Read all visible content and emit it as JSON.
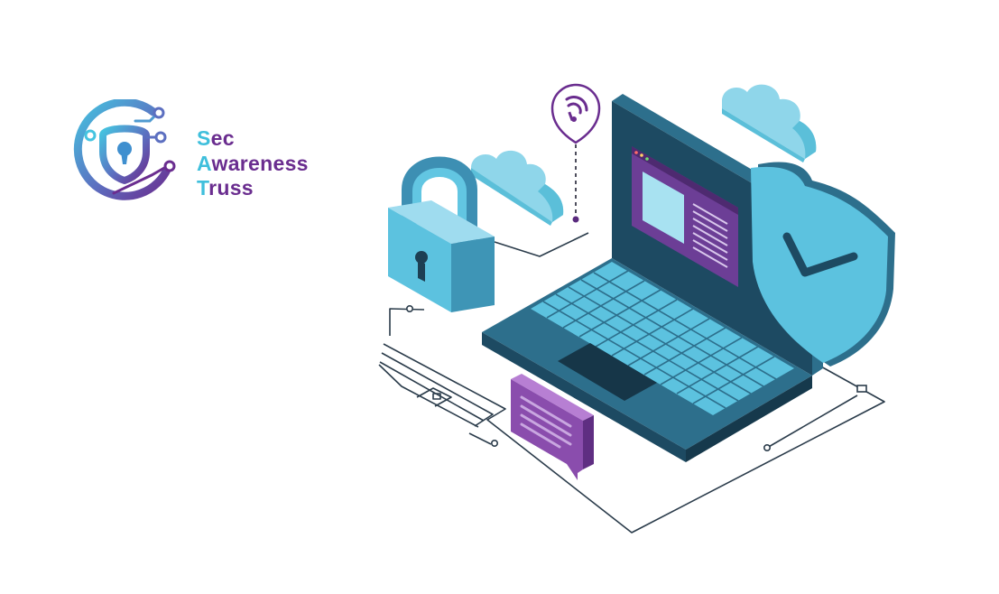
{
  "brand": {
    "words": [
      {
        "initial": "S",
        "rest": "ec"
      },
      {
        "initial": "A",
        "rest": "wareness"
      },
      {
        "initial": "T",
        "rest": "russ"
      }
    ],
    "emblem_icon": "keyhole-shield-circuit-icon"
  },
  "illustration": {
    "icons": [
      "padlock-icon",
      "laptop-icon",
      "shield-check-icon",
      "wifi-icon",
      "cloud-icon",
      "chat-bubble-icon",
      "circuit-lines"
    ]
  },
  "colors": {
    "brand_teal": "#3fbfdc",
    "brand_purple": "#6a2d8f",
    "navy": "#1d4a62",
    "teal_light": "#5dc4e0",
    "teal_pale": "#a8e2f1",
    "screen_purple": "#6c3e96",
    "bubble_purple": "#8a4dad",
    "line": "#2b3c4b"
  }
}
